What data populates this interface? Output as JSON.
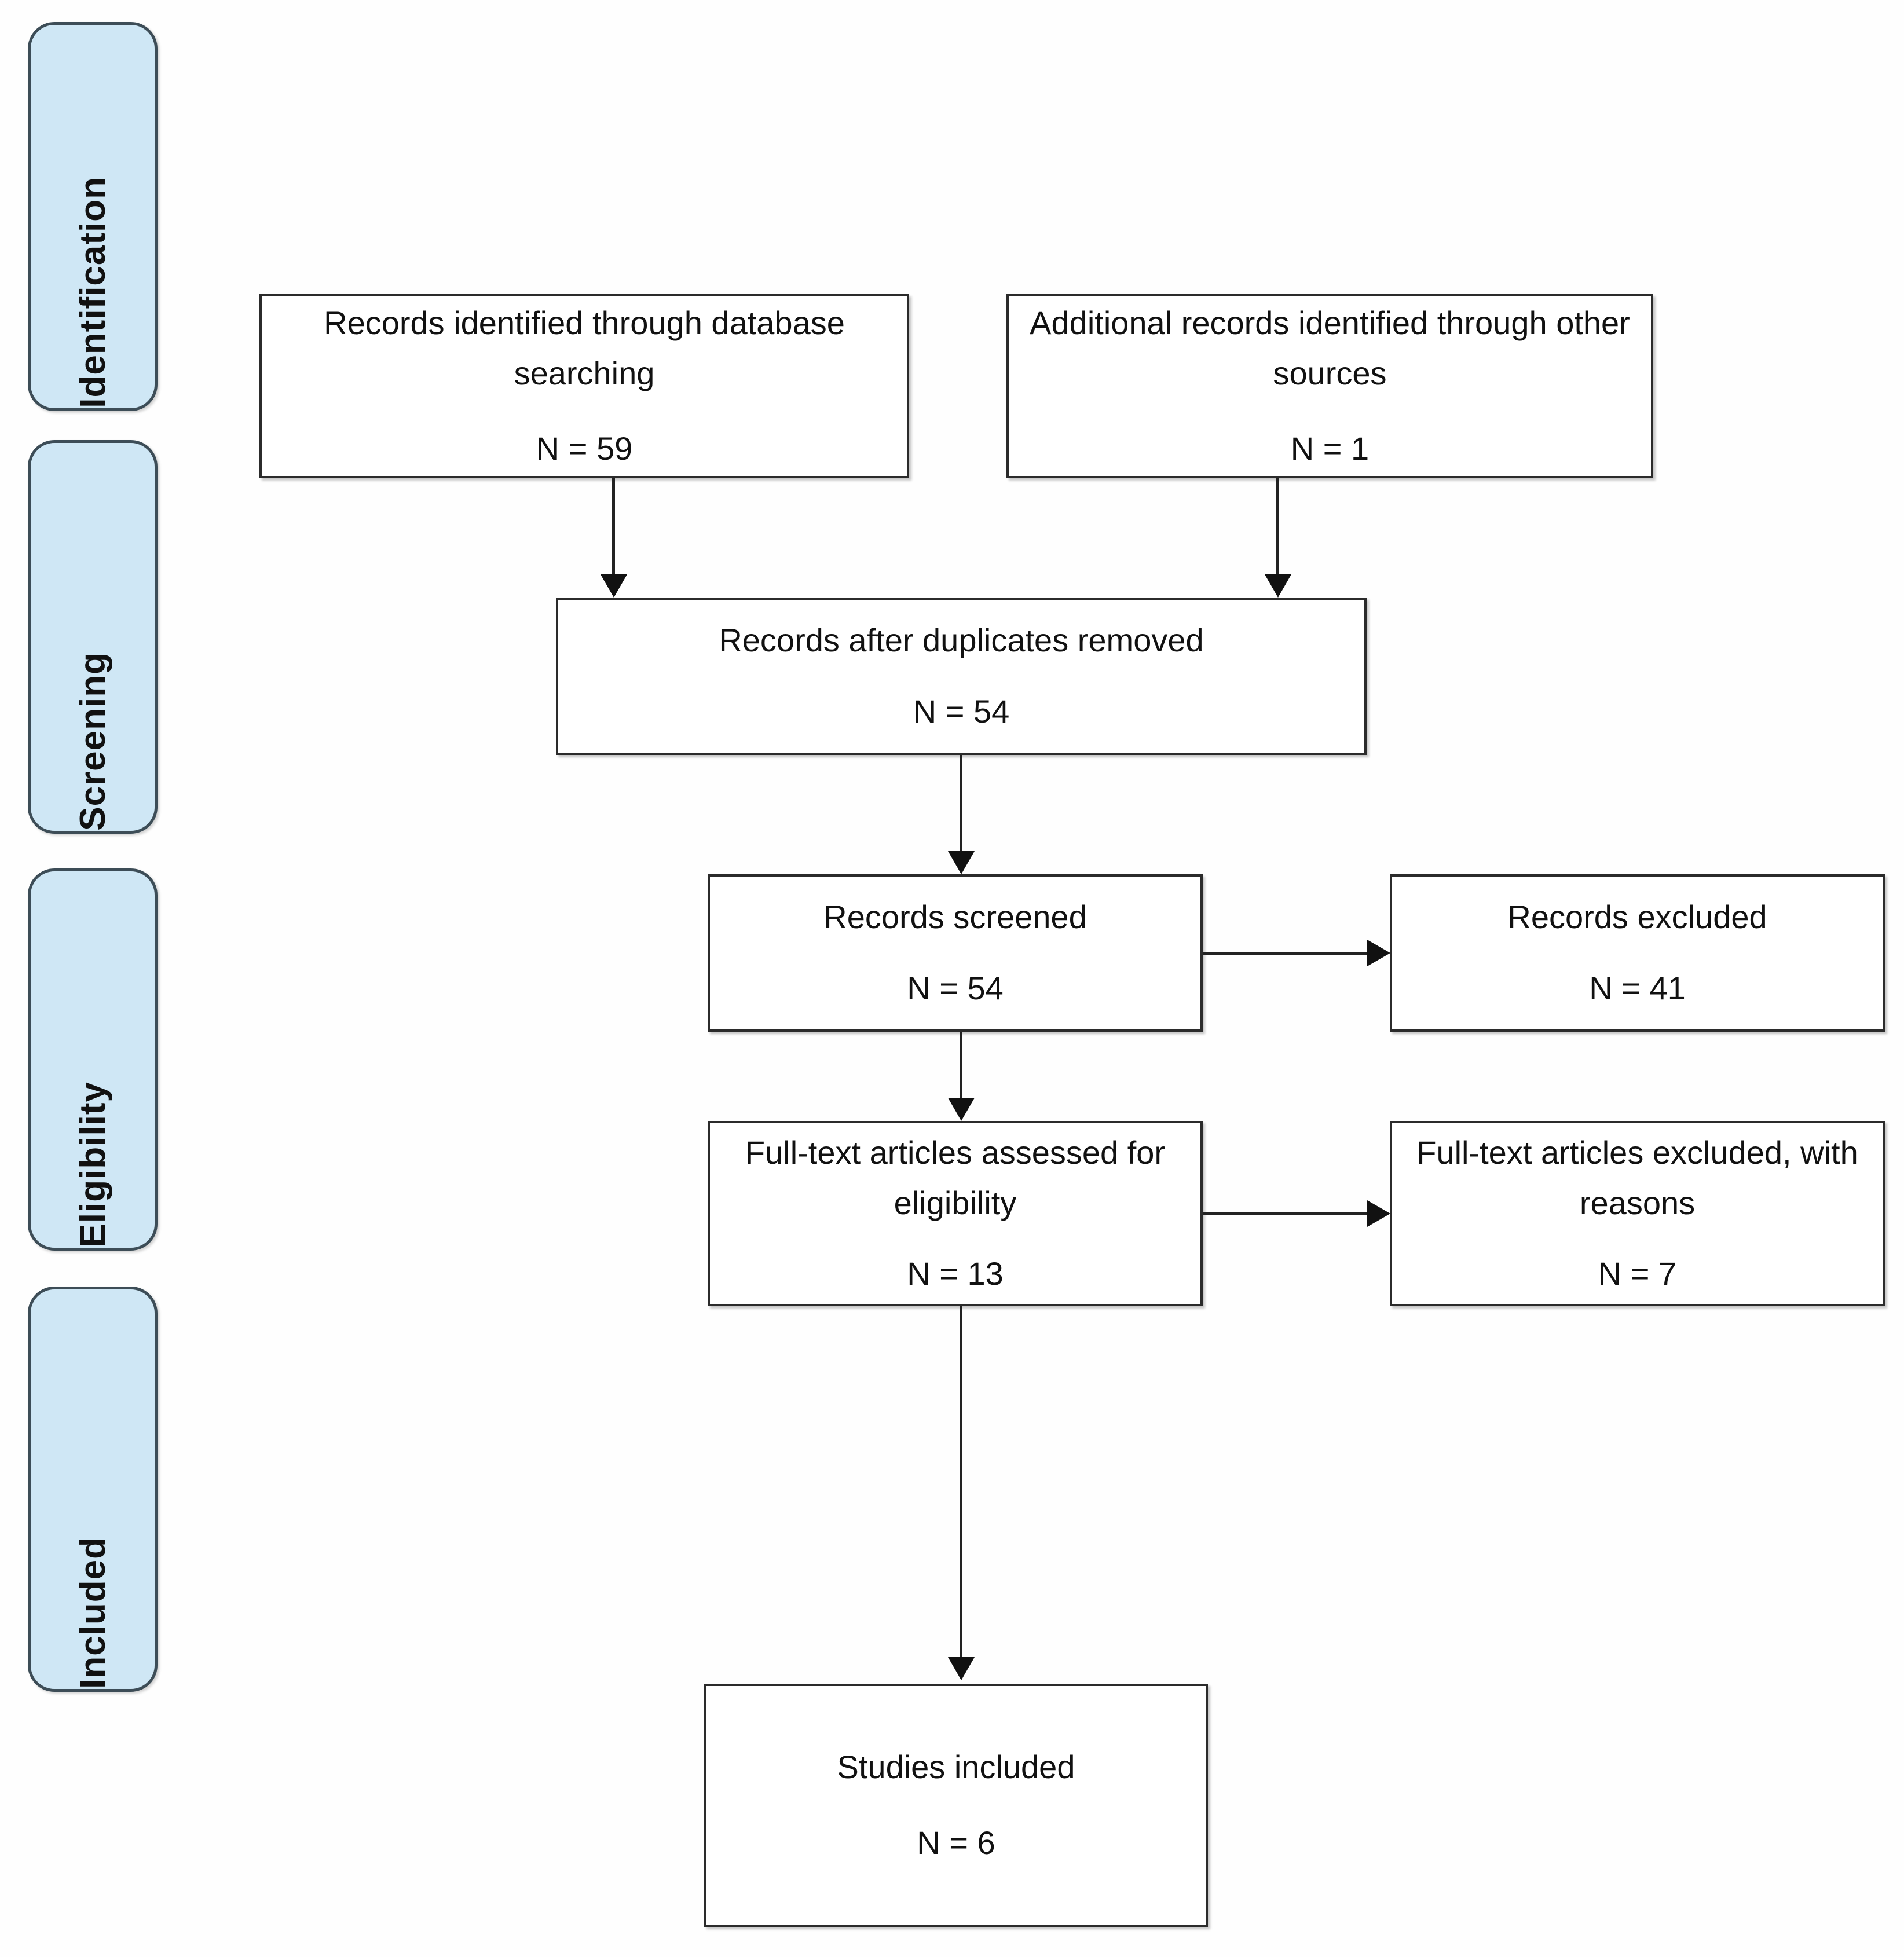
{
  "diagram": {
    "type": "prisma-flow-diagram",
    "stages": [
      {
        "id": "identification",
        "label": "Identification"
      },
      {
        "id": "screening",
        "label": "Screening"
      },
      {
        "id": "eligibility",
        "label": "Eligibility"
      },
      {
        "id": "included",
        "label": "Included"
      }
    ],
    "boxes": [
      {
        "id": "records-identified-database",
        "text": "Records identified through database searching",
        "n": "N = 59"
      },
      {
        "id": "additional-records-other-sources",
        "text": "Additional records identified through other sources",
        "n": "N = 1"
      },
      {
        "id": "records-after-duplicates-removed",
        "text": "Records after duplicates removed",
        "n": "N = 54"
      },
      {
        "id": "records-screened",
        "text": "Records screened",
        "n": "N = 54"
      },
      {
        "id": "records-excluded",
        "text": "Records excluded",
        "n": "N = 41"
      },
      {
        "id": "full-text-assessed",
        "text": "Full-text articles assessed for eligibility",
        "n": "N = 13"
      },
      {
        "id": "full-text-excluded",
        "text": "Full-text articles excluded, with reasons",
        "n": "N = 7"
      },
      {
        "id": "studies-included",
        "text": "Studies included",
        "n": "N = 6"
      }
    ],
    "colors": {
      "stage_bar_fill": "#cfe7f5",
      "stage_bar_border": "#3d4d57",
      "box_border": "#2b2b2b",
      "connector": "#222222",
      "text": "#111111",
      "background": "#ffffff"
    }
  }
}
